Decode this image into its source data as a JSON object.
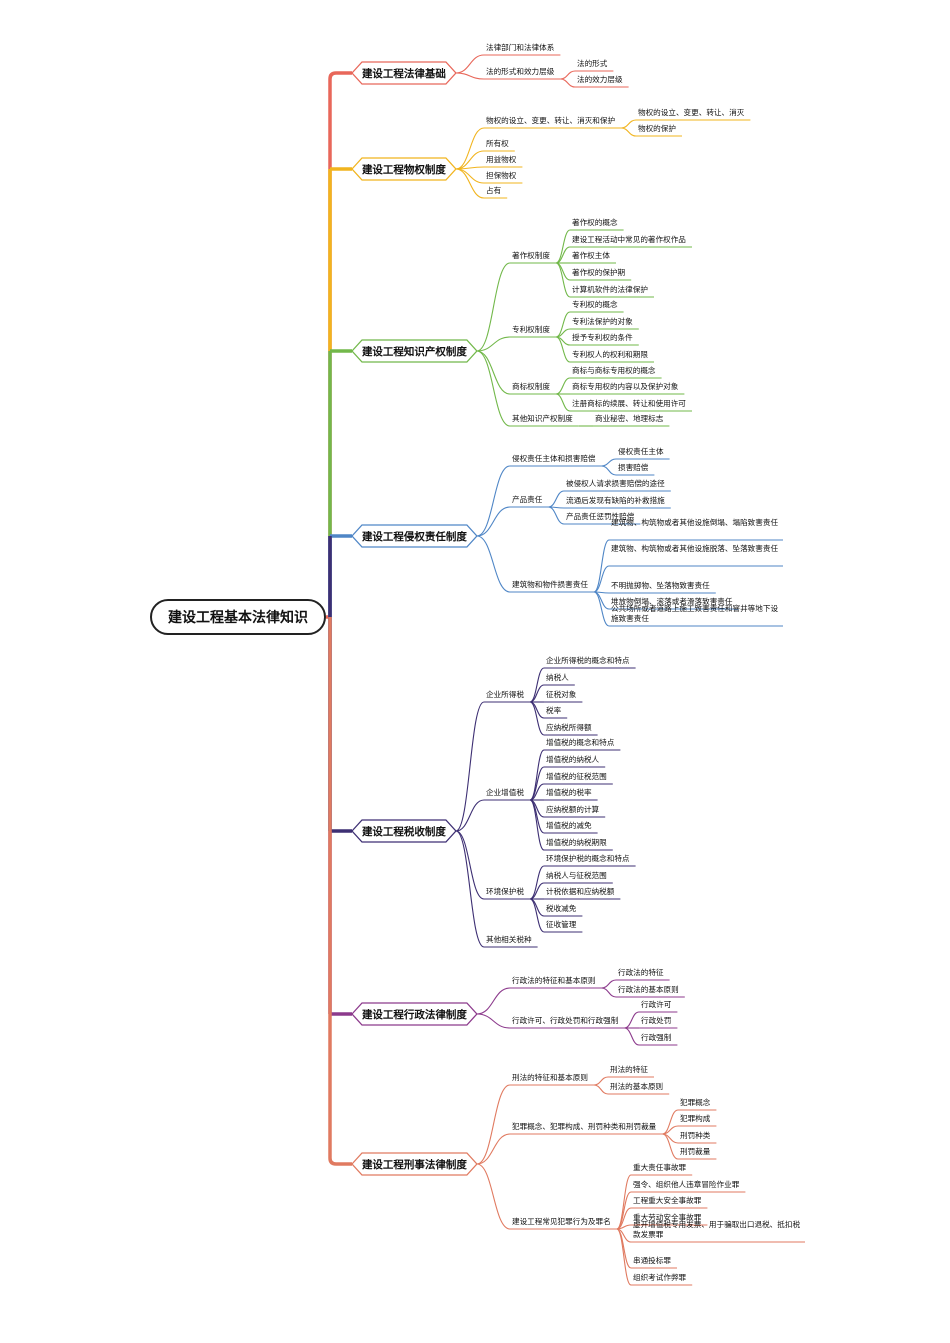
{
  "root": "建设工程基本法律知识",
  "branches": [
    {
      "label": "建设工程法律基础",
      "color": "#e8675a",
      "children": [
        {
          "label": "法律部门和法律体系"
        },
        {
          "label": "法的形式和效力层级",
          "children": [
            {
              "label": "法的形式"
            },
            {
              "label": "法的效力层级"
            }
          ]
        }
      ]
    },
    {
      "label": "建设工程物权制度",
      "color": "#f1b41e",
      "children": [
        {
          "label": "物权的设立、变更、转让、消灭和保护",
          "children": [
            {
              "label": "物权的设立、变更、转让、消灭"
            },
            {
              "label": "物权的保护"
            }
          ]
        },
        {
          "label": "所有权"
        },
        {
          "label": "用益物权"
        },
        {
          "label": "担保物权"
        },
        {
          "label": "占有"
        }
      ]
    },
    {
      "label": "建设工程知识产权制度",
      "color": "#72b84a",
      "children": [
        {
          "label": "著作权制度",
          "children": [
            {
              "label": "著作权的概念"
            },
            {
              "label": "建设工程活动中常见的著作权作品"
            },
            {
              "label": "著作权主体"
            },
            {
              "label": "著作权的保护期"
            },
            {
              "label": "计算机软件的法律保护"
            }
          ]
        },
        {
          "label": "专利权制度",
          "children": [
            {
              "label": "专利权的概念"
            },
            {
              "label": "专利法保护的对象"
            },
            {
              "label": "授予专利权的条件"
            },
            {
              "label": "专利权人的权利和期限"
            }
          ]
        },
        {
          "label": "商标权制度",
          "children": [
            {
              "label": "商标与商标专用权的概念"
            },
            {
              "label": "商标专用权的内容以及保护对象"
            },
            {
              "label": "注册商标的续展、转让和使用许可"
            }
          ]
        },
        {
          "label": "其他知识产权制度",
          "children": [
            {
              "label": "商业秘密、地理标志"
            }
          ]
        }
      ]
    },
    {
      "label": "建设工程侵权责任制度",
      "color": "#4f86c6",
      "children": [
        {
          "label": "侵权责任主体和损害赔偿",
          "children": [
            {
              "label": "侵权责任主体"
            },
            {
              "label": "损害赔偿"
            }
          ]
        },
        {
          "label": "产品责任",
          "children": [
            {
              "label": "被侵权人请求损害赔偿的途径"
            },
            {
              "label": "流通后发现有缺陷的补救措施"
            },
            {
              "label": "产品责任惩罚性赔偿"
            }
          ]
        },
        {
          "label": "建筑物和物件损害责任",
          "children": [
            {
              "label": "建筑物、构筑物或者其他设施倒塌、塌陷致害责任"
            },
            {
              "label": "建筑物、构筑物或者其他设施脱落、坠落致害责任"
            },
            {
              "label": "不明抛掷物、坠落物致害责任"
            },
            {
              "label": "堆放物倒塌、滚落或者滑落致害责任"
            },
            {
              "label": "公共场所或者道路上施工致害责任和窨井等地下设施致害责任"
            }
          ]
        }
      ]
    },
    {
      "label": "建设工程税收制度",
      "color": "#3d2f73",
      "children": [
        {
          "label": "企业所得税",
          "children": [
            {
              "label": "企业所得税的概念和特点"
            },
            {
              "label": "纳税人"
            },
            {
              "label": "征税对象"
            },
            {
              "label": "税率"
            },
            {
              "label": "应纳税所得额"
            }
          ]
        },
        {
          "label": "企业增值税",
          "children": [
            {
              "label": "增值税的概念和特点"
            },
            {
              "label": "增值税的纳税人"
            },
            {
              "label": "增值税的征税范围"
            },
            {
              "label": "增值税的税率"
            },
            {
              "label": "应纳税额的计算"
            },
            {
              "label": "增值税的减免"
            },
            {
              "label": "增值税的纳税期限"
            }
          ]
        },
        {
          "label": "环境保护税",
          "children": [
            {
              "label": "环境保护税的概念和特点"
            },
            {
              "label": "纳税人与征税范围"
            },
            {
              "label": "计税依据和应纳税额"
            },
            {
              "label": "税收减免"
            },
            {
              "label": "征收管理"
            }
          ]
        },
        {
          "label": "其他相关税种"
        }
      ]
    },
    {
      "label": "建设工程行政法律制度",
      "color": "#8c3a8c",
      "children": [
        {
          "label": "行政法的特征和基本原则",
          "children": [
            {
              "label": "行政法的特征"
            },
            {
              "label": "行政法的基本原则"
            }
          ]
        },
        {
          "label": "行政许可、行政处罚和行政强制",
          "children": [
            {
              "label": "行政许可"
            },
            {
              "label": "行政处罚"
            },
            {
              "label": "行政强制"
            }
          ]
        }
      ]
    },
    {
      "label": "建设工程刑事法律制度",
      "color": "#e07a60",
      "children": [
        {
          "label": "刑法的特征和基本原则",
          "children": [
            {
              "label": "刑法的特征"
            },
            {
              "label": "刑法的基本原则"
            }
          ]
        },
        {
          "label": "犯罪概念、犯罪构成、刑罚种类和刑罚裁量",
          "children": [
            {
              "label": "犯罪概念"
            },
            {
              "label": "犯罪构成"
            },
            {
              "label": "刑罚种类"
            },
            {
              "label": "刑罚裁量"
            }
          ]
        },
        {
          "label": "建设工程常见犯罪行为及罪名",
          "children": [
            {
              "label": "重大责任事故罪"
            },
            {
              "label": "强令、组织他人违章冒险作业罪"
            },
            {
              "label": "工程重大安全事故罪"
            },
            {
              "label": "重大劳动安全事故罪"
            },
            {
              "label": "虚开增值税专用发票、用于骗取出口退税、抵扣税款发票罪"
            },
            {
              "label": "串通投标罪"
            },
            {
              "label": "组织考试作弊罪"
            }
          ]
        }
      ]
    }
  ]
}
